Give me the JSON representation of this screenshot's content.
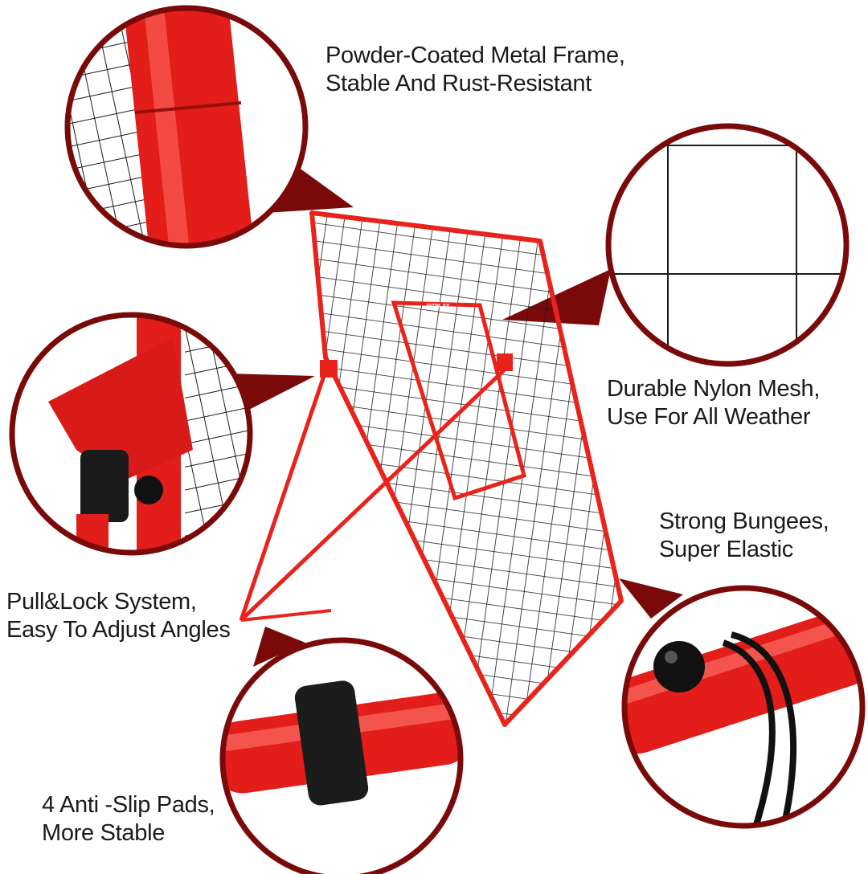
{
  "brand_logo": "FITPLAY",
  "colors": {
    "frame_red": "#e8231c",
    "circle_border": "#7a0a0a",
    "net": "#1a1a1a"
  },
  "features": [
    {
      "line1": "Powder-Coated Metal Frame,",
      "line2": "Stable And Rust-Resistant"
    },
    {
      "line1": "Durable Nylon Mesh,",
      "line2": "Use For All Weather"
    },
    {
      "line1": "Strong Bungees,",
      "line2": "Super Elastic"
    },
    {
      "line1": "Pull&Lock System,",
      "line2": "Easy To Adjust Angles"
    },
    {
      "line1": "4 Anti -Slip Pads,",
      "line2": "More Stable"
    }
  ]
}
